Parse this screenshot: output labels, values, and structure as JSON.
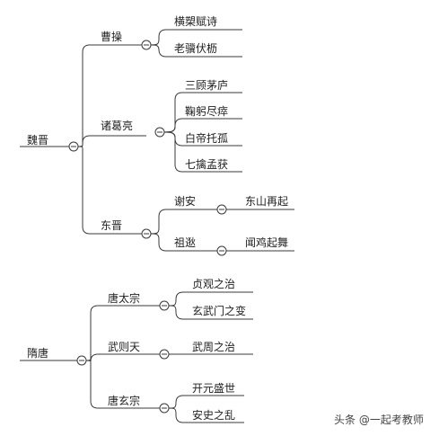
{
  "trees": [
    {
      "root": "魏晋",
      "branches": [
        {
          "label": "曹操",
          "leaves": [
            "横槊赋诗",
            "老骥伏枥"
          ]
        },
        {
          "label": "诸葛亮",
          "leaves": [
            "三顾茅庐",
            "鞠躬尽瘁",
            "白帝托孤",
            "七擒孟获"
          ]
        },
        {
          "label": "东晋",
          "subs": [
            {
              "label": "谢安",
              "leaf": "东山再起"
            },
            {
              "label": "祖逖",
              "leaf": "闻鸡起舞"
            }
          ]
        }
      ]
    },
    {
      "root": "隋唐",
      "branches": [
        {
          "label": "唐太宗",
          "leaves": [
            "贞观之治",
            "玄武门之变"
          ]
        },
        {
          "label": "武则天",
          "leaves": [
            "武周之治"
          ]
        },
        {
          "label": "唐玄宗",
          "leaves": [
            "开元盛世",
            "安史之乱"
          ]
        }
      ]
    }
  ],
  "watermark": "头条 @一起考教师",
  "colors": {
    "line": "#3a3a3a",
    "text": "#222222"
  }
}
